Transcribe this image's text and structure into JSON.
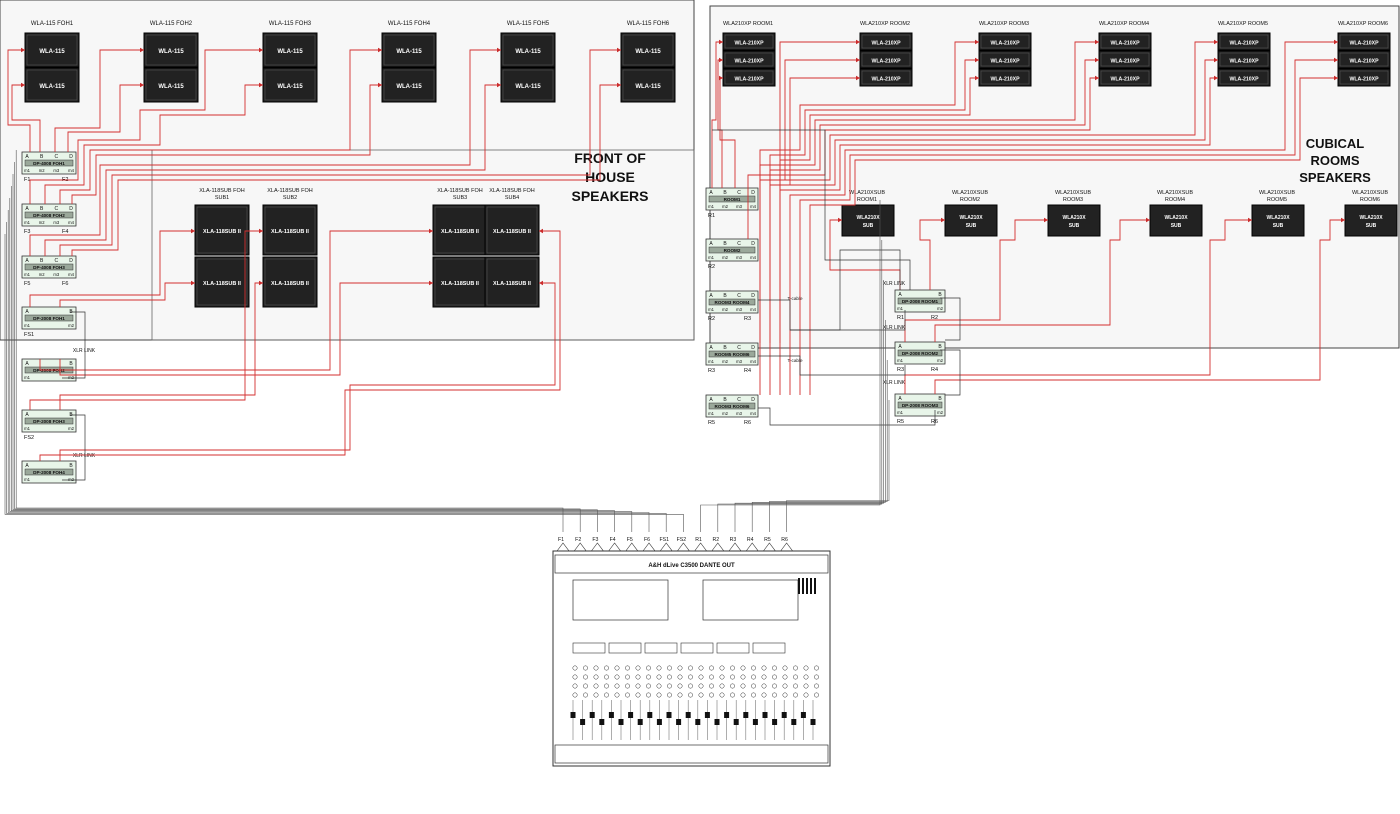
{
  "sections": {
    "foh_title": [
      "FRONT OF",
      "HOUSE",
      "SPEAKERS"
    ],
    "room_title": [
      "CUBICAL",
      "ROOMS",
      "SPEAKERS"
    ]
  },
  "foh_speakers": {
    "titles": [
      "WLA-115 FOH1",
      "WLA-115 FOH2",
      "WLA-115 FOH3",
      "WLA-115 FOH4",
      "WLA-115 FOH5",
      "WLA-115 FOH6"
    ],
    "cab_label": "WLA-115"
  },
  "foh_subs": {
    "titles": [
      [
        "XLA-118SUB FOH",
        "SUB1"
      ],
      [
        "XLA-118SUB FOH",
        "SUB2"
      ],
      [
        "XLA-118SUB FOH",
        "SUB3"
      ],
      [
        "XLA-118SUB FOH",
        "SUB4"
      ]
    ],
    "cab_label": "XLA-118SUB"
  },
  "room_speakers": {
    "titles": [
      "WLA210XP ROOM1",
      "WLA210XP ROOM2",
      "WLA210XP ROOM3",
      "WLA210XP ROOM4",
      "WLA210XP ROOM5",
      "WLA210XP ROOM6"
    ],
    "cab_label": "WLA-210XP"
  },
  "room_subs": {
    "titles": [
      [
        "WLA210XSUB",
        "ROOM1"
      ],
      [
        "WLA210XSUB",
        "ROOM2"
      ],
      [
        "WLA210XSUB",
        "ROOM3"
      ],
      [
        "WLA210XSUB",
        "ROOM4"
      ],
      [
        "WLA210XSUB",
        "ROOM5"
      ],
      [
        "WLA210XSUB",
        "ROOM6"
      ]
    ],
    "cab_label": [
      "WLA210X",
      "SUB"
    ]
  },
  "foh_amps": [
    {
      "label": "DP-4008 FOH1",
      "ports": [
        "A",
        "B",
        "C",
        "D"
      ],
      "outs": [
        "m1",
        "m2",
        "m3",
        "m4"
      ],
      "ids": [
        "F1",
        "F2"
      ]
    },
    {
      "label": "DP-4008 FOH2",
      "ports": [
        "A",
        "B",
        "C",
        "D"
      ],
      "outs": [
        "m1",
        "m2",
        "m3",
        "m4"
      ],
      "ids": [
        "F3",
        "F4"
      ]
    },
    {
      "label": "DP-4008 FOH3",
      "ports": [
        "A",
        "B",
        "C",
        "D"
      ],
      "outs": [
        "m1",
        "m2",
        "m3",
        "m4"
      ],
      "ids": [
        "F5",
        "F6"
      ]
    },
    {
      "label": "DP-2008 FOH1",
      "ports": [
        "A",
        "B"
      ],
      "outs": [
        "m1",
        "m2"
      ],
      "ids": [
        "FS1"
      ]
    },
    {
      "label": "DP-2008 FOH2",
      "ports": [
        "A",
        "B"
      ],
      "outs": [
        "m1",
        "m2"
      ],
      "ids": []
    },
    {
      "label": "DP-2008 FOH3",
      "ports": [
        "A",
        "B"
      ],
      "outs": [
        "m1",
        "m2"
      ],
      "ids": [
        "FS2"
      ]
    },
    {
      "label": "DP-2008 FOH4",
      "ports": [
        "A",
        "B"
      ],
      "outs": [
        "m1",
        "m2"
      ],
      "ids": []
    }
  ],
  "room_amps": [
    {
      "label": "ROOM1",
      "ports": [
        "A",
        "B",
        "C",
        "D"
      ],
      "outs": [
        "m1",
        "m2",
        "m3",
        "m4"
      ],
      "ids": [
        "R1"
      ]
    },
    {
      "label": "ROOM2",
      "ports": [
        "A",
        "B",
        "C",
        "D"
      ],
      "outs": [
        "m1",
        "m2",
        "m3",
        "m4"
      ],
      "ids": [
        "R2"
      ]
    },
    {
      "label": "ROOM3 ROOM4",
      "ports": [
        "A",
        "B",
        "C",
        "D"
      ],
      "outs": [
        "m1",
        "m2",
        "m3",
        "m4"
      ],
      "ids": [
        "R2",
        "R3"
      ]
    },
    {
      "label": "ROOM5 ROOM6",
      "ports": [
        "A",
        "B",
        "C",
        "D"
      ],
      "outs": [
        "m1",
        "m2",
        "m3",
        "m4"
      ],
      "ids": [
        "R3",
        "R4"
      ]
    },
    {
      "label": "ROOM3 ROOM6",
      "ports": [
        "A",
        "B",
        "C",
        "D"
      ],
      "outs": [
        "m1",
        "m2",
        "m3",
        "m4"
      ],
      "ids": [
        "R5",
        "R6"
      ]
    }
  ],
  "room_sub_amps": [
    {
      "label": "DP-2008 ROOM1",
      "ports": [
        "A",
        "B"
      ],
      "outs": [
        "m1",
        "m2"
      ],
      "ids": [
        "R1",
        "R2"
      ]
    },
    {
      "label": "DP-2008 ROOM2",
      "ports": [
        "A",
        "B"
      ],
      "outs": [
        "m1",
        "m2"
      ],
      "ids": [
        "R3",
        "R4"
      ]
    },
    {
      "label": "DP-2008 ROOM3",
      "ports": [
        "A",
        "B"
      ],
      "outs": [
        "m1",
        "m2"
      ],
      "ids": [
        "R5",
        "R6"
      ]
    }
  ],
  "link_labels": [
    "XLR LINK",
    "XLR LINK",
    "XLR LINK",
    "XLR LINK",
    "XLR LINK"
  ],
  "tcable_labels": [
    "T-cable",
    "T-cable"
  ],
  "console": {
    "title": "A&H dLive C3500 DANTE OUT",
    "outputs": [
      "F1",
      "F2",
      "F3",
      "F4",
      "F5",
      "F6",
      "FS1",
      "FS2",
      "R1",
      "R2",
      "R3",
      "R4",
      "R5",
      "R6"
    ]
  }
}
